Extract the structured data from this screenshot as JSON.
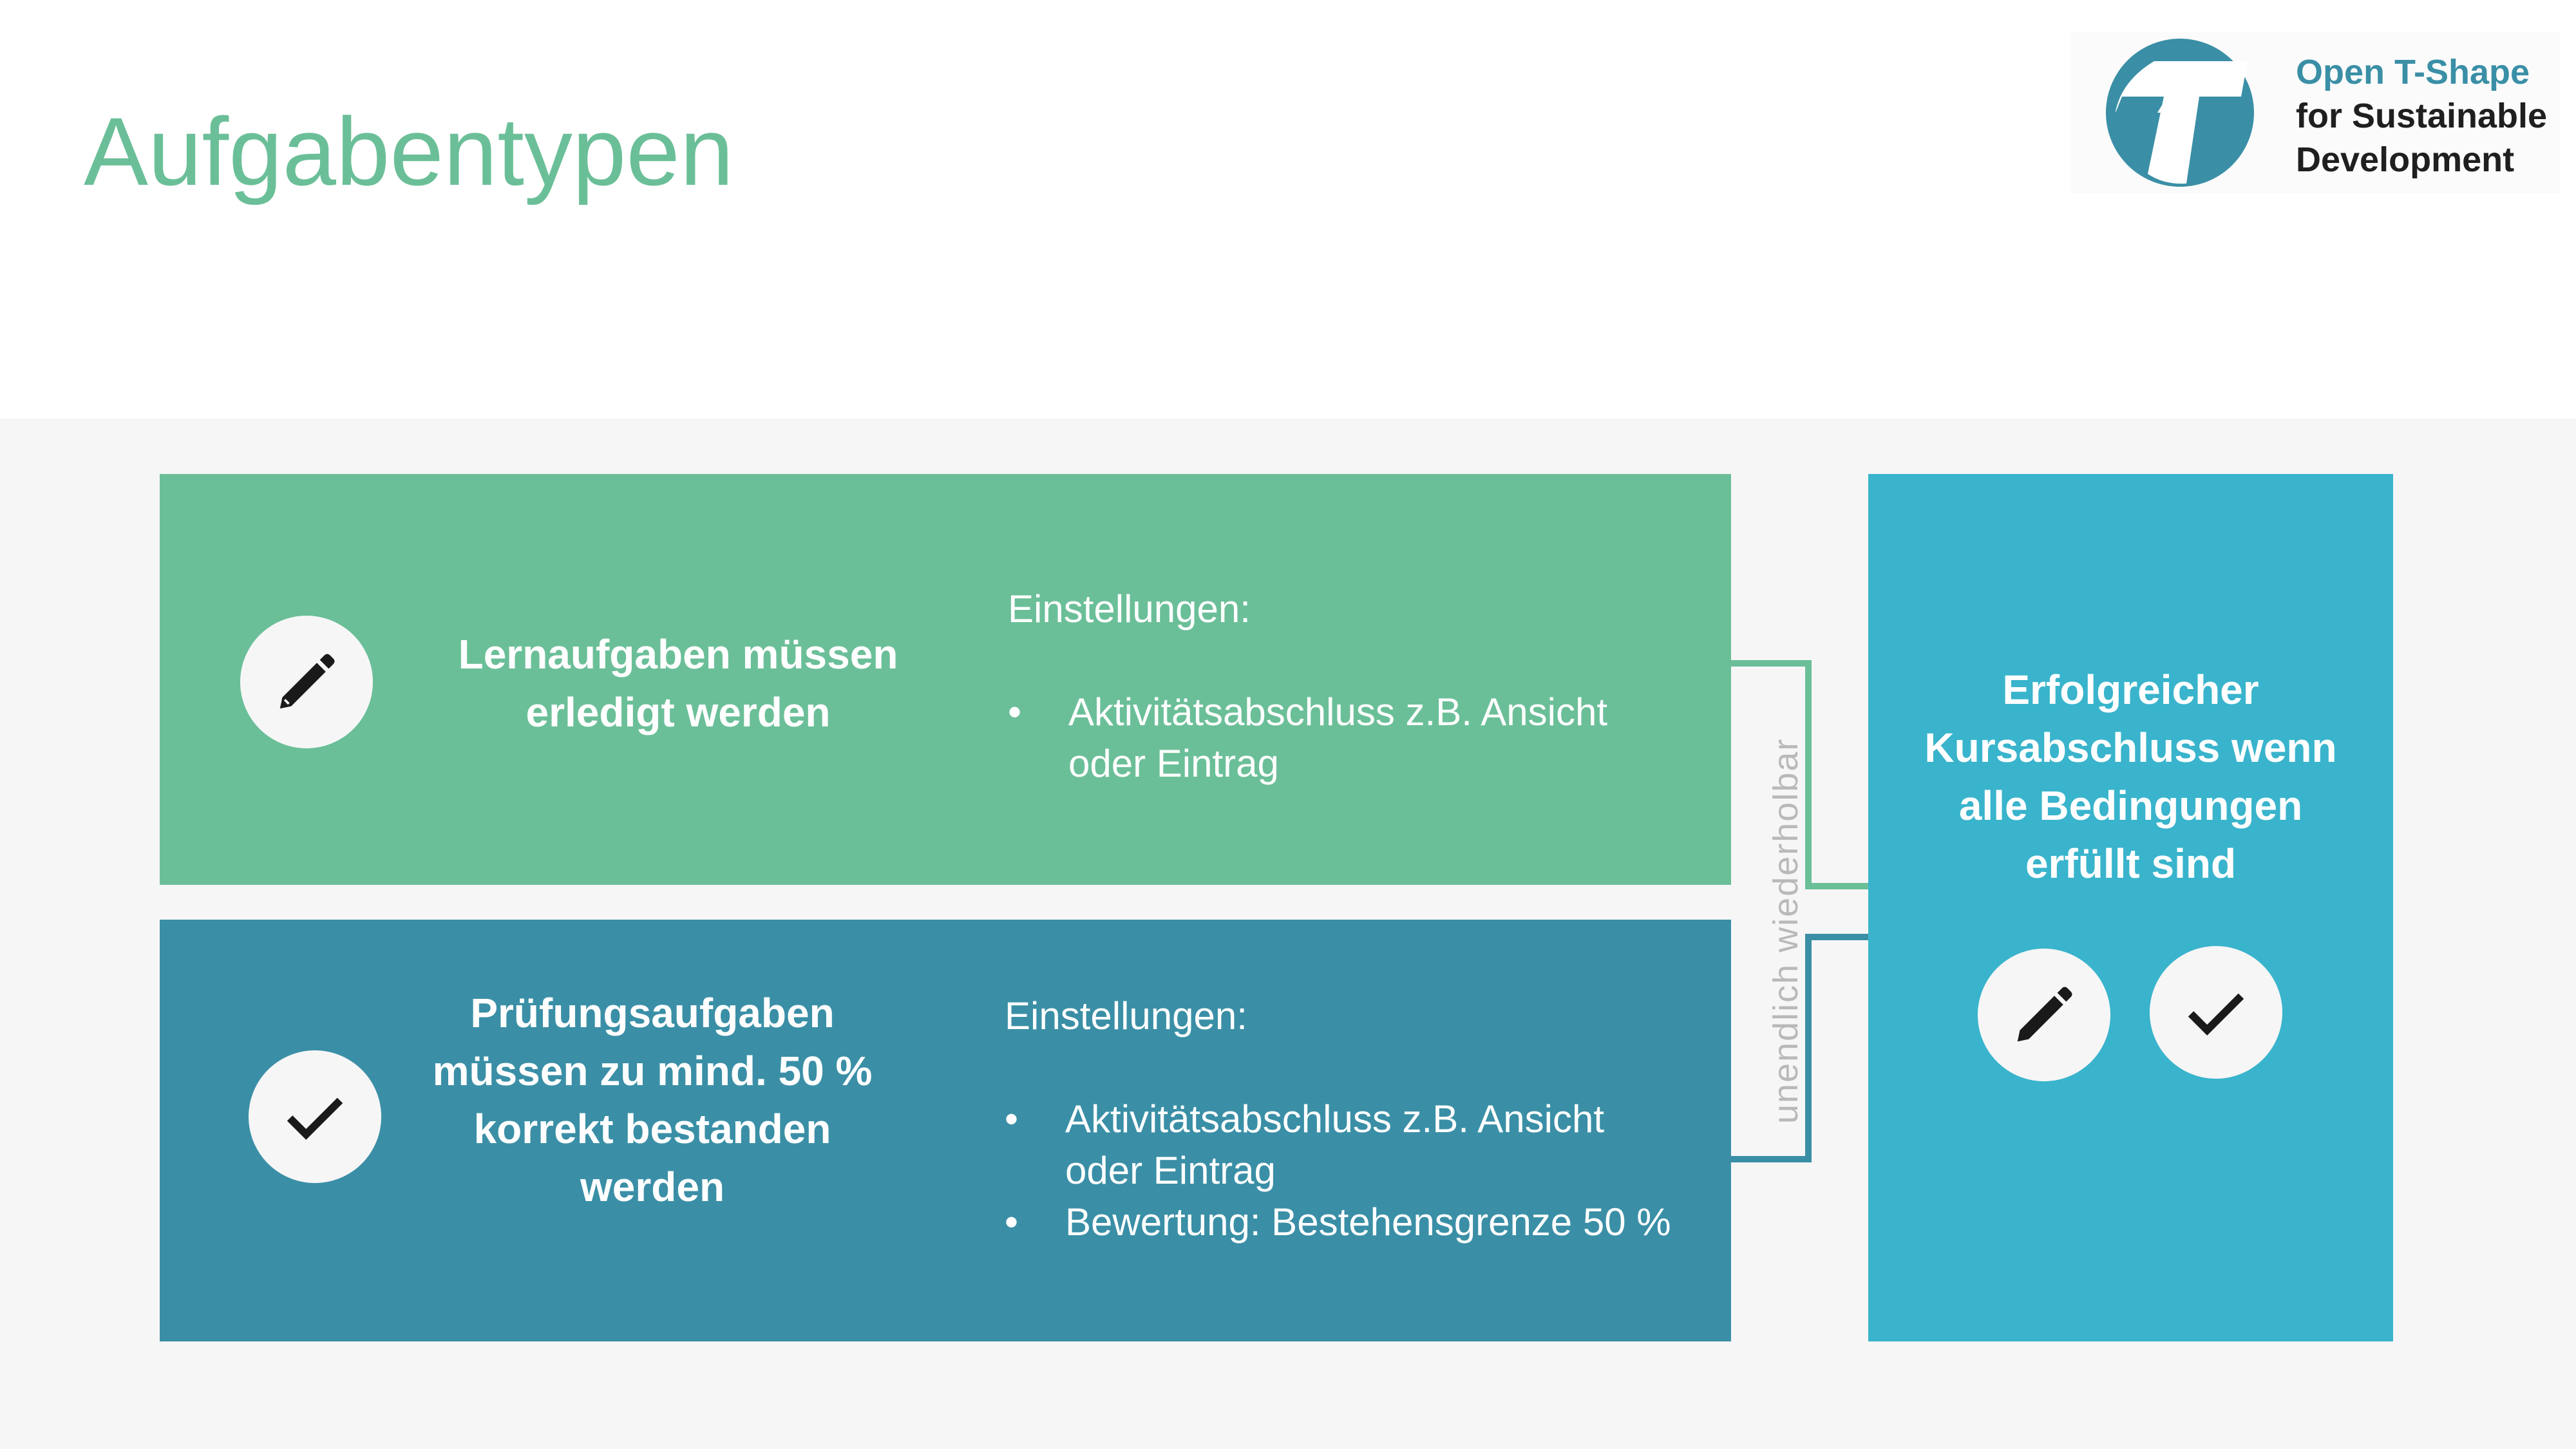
{
  "header": {
    "title": "Aufgabentypen"
  },
  "logo": {
    "line1": "Open T-Shape",
    "line2": "for Sustainable",
    "line3": "Development",
    "icon": "t-shape-logo-icon",
    "brand_color": "#3a8fa6"
  },
  "learning_tasks": {
    "icon": "pencil-icon",
    "heading_line1": "Lernaufgaben müssen",
    "heading_line2": "erledigt werden",
    "settings_label": "Einstellungen:",
    "bullets": [
      {
        "line1": "Aktivitätsabschluss z.B. Ansicht",
        "line2": "oder Eintrag"
      }
    ],
    "color": "#6bbf98"
  },
  "exam_tasks": {
    "icon": "checkmark-icon",
    "heading_line1": "Prüfungsaufgaben",
    "heading_line2": "müssen zu mind. 50 %",
    "heading_line3": "korrekt bestanden",
    "heading_line4": "werden",
    "settings_label": "Einstellungen:",
    "bullets": [
      {
        "line1": "Aktivitätsabschluss z.B. Ansicht",
        "line2": "oder Eintrag"
      },
      {
        "line1": "Bewertung: Bestehensgrenze 50 %"
      }
    ],
    "color": "#3a8fa6"
  },
  "connector": {
    "label": "unendlich wiederholbar"
  },
  "result": {
    "line1": "Erfolgreicher",
    "line2": "Kursabschluss wenn",
    "line3": "alle Bedingungen",
    "line4": "erfüllt sind",
    "icons": [
      "pencil-icon",
      "checkmark-icon"
    ],
    "color": "#39b4cc"
  },
  "bullet_symbol": "•"
}
